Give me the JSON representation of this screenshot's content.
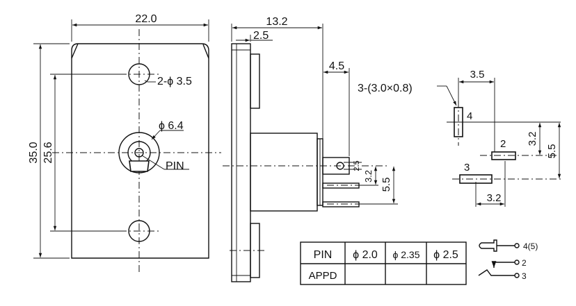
{
  "dimensions": {
    "width": "22.0",
    "height": "35.0",
    "hole_spacing": "25.6",
    "mount_holes": "2-ϕ 3.5",
    "jack_diameter": "ϕ 6.4",
    "pin_label": "PIN",
    "depth": "13.2",
    "flange": "2.5",
    "terminal_offset": "4.5",
    "terminal_hole": "2.5",
    "terminal_3_2": "3.2",
    "terminal_5_5": "5.5",
    "slots": "3-(3.0×0.8)",
    "slot_spacing_x": "3.5",
    "slot_spacing_y1": "3.2",
    "slot_spacing_y2": "5.5",
    "slot_spacing_x2": "3.2"
  },
  "terminal_numbers": {
    "t4": "4",
    "t2": "2",
    "t3": "3"
  },
  "pin_table": {
    "headers": [
      "PIN",
      "ϕ 2.0",
      "ϕ 2.35",
      "ϕ 2.5"
    ],
    "row_label": "APPD",
    "row_cells": [
      "",
      "",
      ""
    ]
  },
  "schematic": {
    "t45": "4(5)",
    "t2": "2",
    "t3": "3"
  }
}
